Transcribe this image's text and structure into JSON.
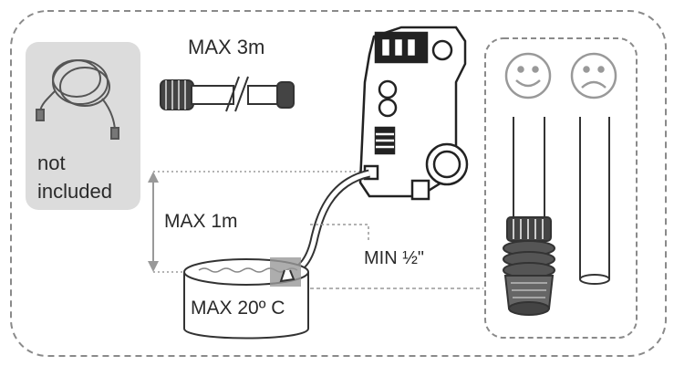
{
  "labels": {
    "not_included_line1": "not",
    "not_included_line2": "included",
    "max_hose_length": "MAX 3m",
    "max_height": "MAX 1m",
    "min_diameter": "MIN ½\"",
    "max_temperature": "MAX 20º C"
  },
  "icons": {
    "good": "smiley-face-icon",
    "bad": "sad-face-icon"
  },
  "colors": {
    "line": "#555555",
    "panel": "#dcdcdc",
    "dashed_border": "#8a8a8a"
  }
}
